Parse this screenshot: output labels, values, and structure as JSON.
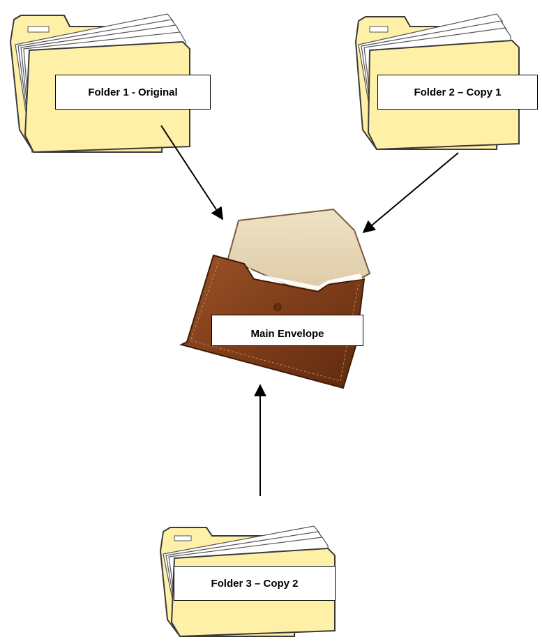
{
  "nodes": {
    "folder1": {
      "label": "Folder 1 - Original"
    },
    "folder2": {
      "label": "Folder 2 – Copy 1"
    },
    "envelope": {
      "label": "Main Envelope"
    },
    "folder3": {
      "label": "Folder 3 – Copy 2"
    }
  },
  "edges": [
    {
      "from": "folder1",
      "to": "envelope"
    },
    {
      "from": "folder2",
      "to": "envelope"
    },
    {
      "from": "folder3",
      "to": "envelope"
    }
  ],
  "colors": {
    "folder_fill": "#FFF0A8",
    "folder_outline": "#3a3a3a",
    "paper": "#ffffff",
    "envelope_body": "#7E3D19",
    "envelope_flap_inside": "#E8D8B8",
    "arrow": "#000000"
  },
  "icons": [
    "folder-icon",
    "envelope-icon",
    "arrow"
  ]
}
